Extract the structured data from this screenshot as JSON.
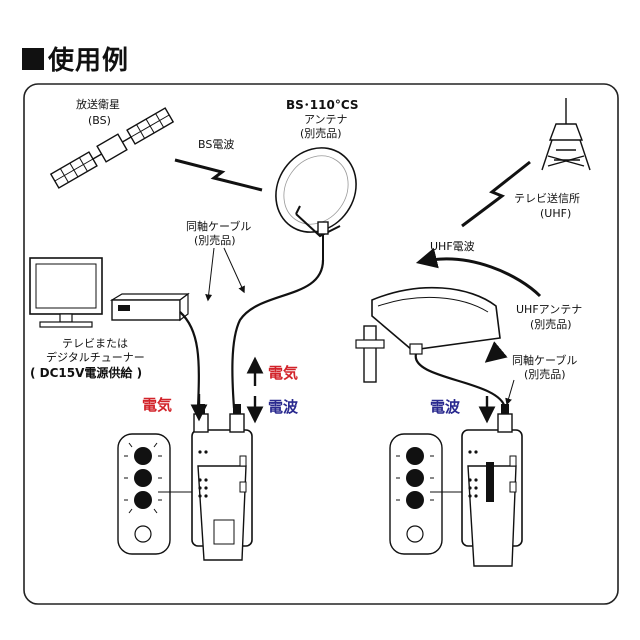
{
  "title": "■使用例",
  "labels": {
    "satellite": "放送衛星",
    "satellite_bs": "(BS)",
    "bs_wave": "BS電波",
    "bs_antenna": "BS･110°CS",
    "bs_antenna_sub": "アンテナ",
    "bs_antenna_sold": "(別売品)",
    "cable_left": "同軸ケーブル",
    "cable_left_sold": "(別売品)",
    "tv_line1": "テレビまたは",
    "tv_line2": "デジタルチューナー",
    "tv_line3": "( DC15V電源供給 )",
    "left_power_red": "電気",
    "center_power_red": "電気",
    "center_wave_blue": "電波",
    "tower": "テレビ送信所",
    "tower_uhf": "(UHF)",
    "uhf_wave": "UHF電波",
    "uhf_antenna": "UHFアンテナ",
    "uhf_antenna_sold": "(別売品)",
    "cable_right": "同軸ケーブル",
    "cable_right_sold": "(別売品)",
    "right_wave_blue": "電波"
  },
  "colors": {
    "red": "#d2232a",
    "blue": "#2a2a8f",
    "line": "#111111",
    "frame": "#222222"
  }
}
